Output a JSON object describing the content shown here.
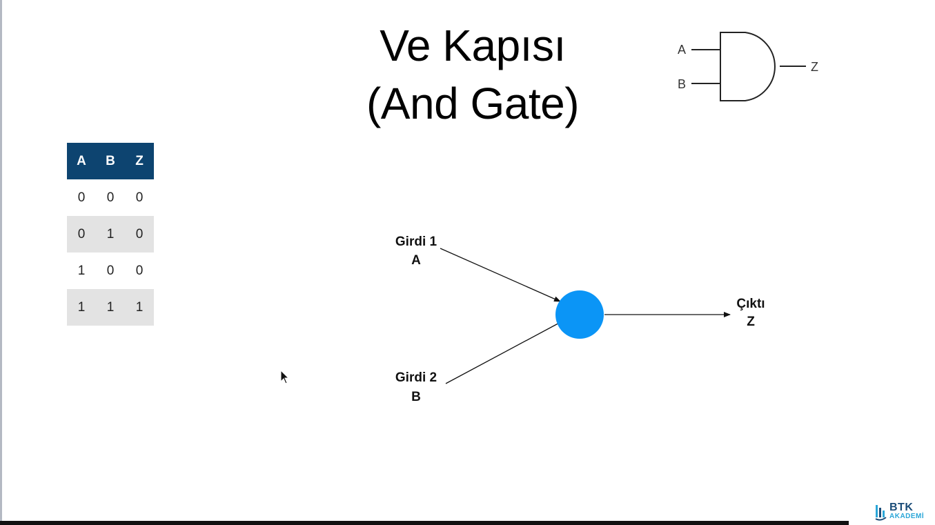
{
  "title": {
    "line1": "Ve Kapısı",
    "line2": "(And Gate)"
  },
  "truth_table": {
    "headers": [
      "A",
      "B",
      "Z"
    ],
    "rows": [
      [
        "0",
        "0",
        "0"
      ],
      [
        "0",
        "1",
        "0"
      ],
      [
        "1",
        "0",
        "0"
      ],
      [
        "1",
        "1",
        "1"
      ]
    ],
    "header_color": "#0d4470",
    "stripe_color": "#e3e3e3"
  },
  "gate_symbol": {
    "input_a": "A",
    "input_b": "B",
    "output": "Z"
  },
  "network": {
    "input1_line1": "Girdi 1",
    "input1_line2": "A",
    "input2_line1": "Girdi 2",
    "input2_line2": "B",
    "output_line1": "Çıktı",
    "output_line2": "Z",
    "node_color": "#0b95f6"
  },
  "logo": {
    "name": "BTK",
    "sub": "AKADEMİ",
    "icon": "btk-logo-icon"
  }
}
